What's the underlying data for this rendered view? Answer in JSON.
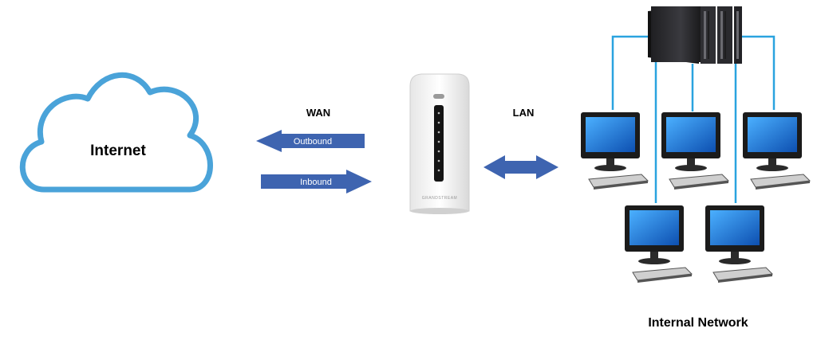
{
  "internet": {
    "label": "Internet"
  },
  "wan": {
    "label": "WAN",
    "outbound": "Outbound",
    "inbound": "Inbound"
  },
  "lan": {
    "label": "LAN"
  },
  "router": {
    "brand": "GRANDSTREAM"
  },
  "network": {
    "label": "Internal Network"
  },
  "colors": {
    "cloud_stroke": "#4aa3d9",
    "arrow_fill": "#3e64b0",
    "network_line": "#2aa3df",
    "monitor_screen": "#1d6fd6",
    "server_body": "#2b2b2f"
  }
}
